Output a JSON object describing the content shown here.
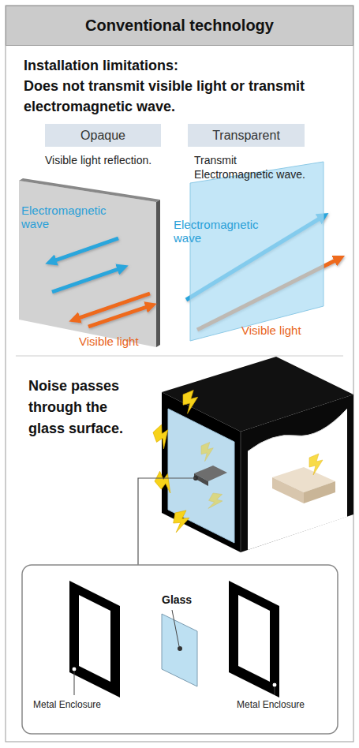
{
  "diagram": {
    "title": "Conventional technology",
    "nodes": [
      {
        "text": [
          "Opaque"
        ]
      },
      {
        "text": [
          "Transparent"
        ]
      }
    ],
    "labels": [
      "Installation limitations:",
      "Does not transmit visible light or transmit electromagnetic wave.",
      "Visible light reflection.",
      "Transmit Electromagnetic wave.",
      "Electromagnetic wave",
      "Visible light",
      "Electromagnetic wave",
      "Visible light",
      "Noise passes through the glass surface.",
      "Glass",
      "Metal Enclosure",
      "Metal Enclosure"
    ]
  }
}
